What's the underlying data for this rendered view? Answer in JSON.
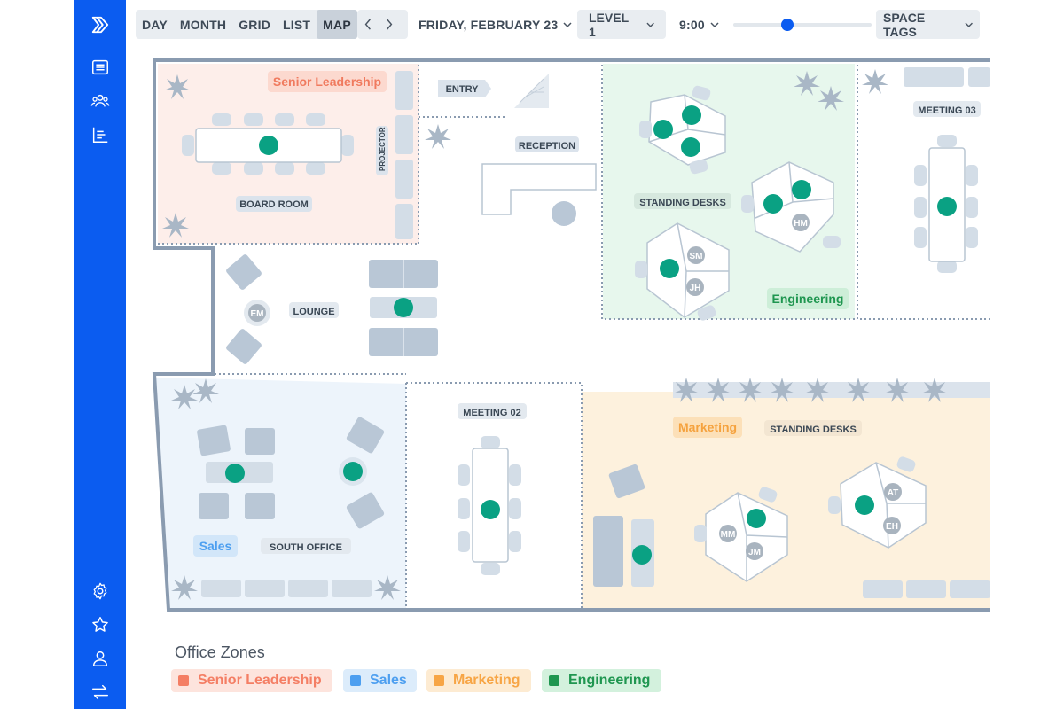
{
  "toolbar": {
    "views": [
      {
        "label": "DAY",
        "active": false
      },
      {
        "label": "MONTH",
        "active": false
      },
      {
        "label": "GRID",
        "active": false
      },
      {
        "label": "LIST",
        "active": false
      },
      {
        "label": "MAP",
        "active": true
      }
    ],
    "date": "FRIDAY, FEBRUARY 23",
    "level": "LEVEL 1",
    "time": "9:00",
    "time_slider_fraction": 0.39,
    "space_tags": "SPACE TAGS"
  },
  "sidebar": {
    "logo": "logo-icon",
    "top_items": [
      "list-icon",
      "people-icon",
      "chart-icon"
    ],
    "bottom_items": [
      "settings-icon",
      "star-icon",
      "user-icon",
      "swap-icon"
    ]
  },
  "map": {
    "zones": {
      "senior_leadership": "Senior Leadership",
      "sales": "Sales",
      "marketing": "Marketing",
      "engineering": "Engineering"
    },
    "rooms": {
      "board_room": "BOARD ROOM",
      "projector": "PROJECTOR",
      "entry": "ENTRY",
      "reception": "RECEPTION",
      "standing_desks_eng": "STANDING DESKS",
      "meeting_03": "MEETING 03",
      "lounge": "LOUNGE",
      "meeting_02": "MEETING 02",
      "south_office": "SOUTH OFFICE",
      "standing_desks_mkt": "STANDING DESKS"
    },
    "occupants": {
      "hm": "HM",
      "sm": "SM",
      "jh": "JH",
      "em": "EM",
      "at": "AT",
      "eh": "EH",
      "mm": "MM",
      "jm": "JM"
    }
  },
  "legend": {
    "title": "Office Zones",
    "items": [
      {
        "label": "Senior Leadership",
        "color": "#f47e64",
        "bg": "#fde4dd"
      },
      {
        "label": "Sales",
        "color": "#4d9ff0",
        "bg": "#dcecfb"
      },
      {
        "label": "Marketing",
        "color": "#f7a545",
        "bg": "#fdebd2"
      },
      {
        "label": "Engineering",
        "color": "#1f9650",
        "bg": "#d3f1dd"
      }
    ]
  },
  "colors": {
    "sidebar": "#0b5cf0",
    "available": "#0aa183",
    "wall": "#8a9bb0",
    "furniture": "#cfd9e4",
    "occupant": "#a9b4bf"
  }
}
